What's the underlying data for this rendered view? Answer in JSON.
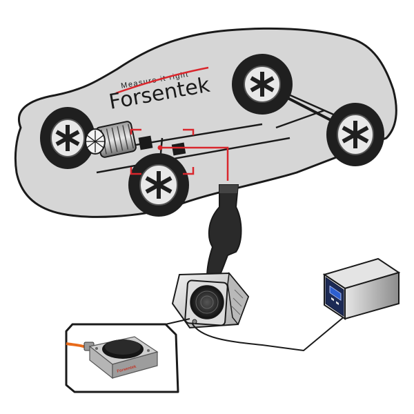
{
  "brand": {
    "name": "Forsentek",
    "tagline": "Measure it right",
    "accent_color": "#d9262c"
  },
  "inset": {
    "product_label": "Forsentek"
  },
  "colors": {
    "car_body": "#d6d6d6",
    "outline": "#1a1a1a",
    "tire": "#1f1f1f",
    "indicator_panel": "#1c2a55"
  },
  "icons": [
    "car-icon",
    "wheel-icon",
    "engine-icon",
    "pedal-force-sensor-icon",
    "digital-indicator-icon",
    "foot-icon"
  ]
}
